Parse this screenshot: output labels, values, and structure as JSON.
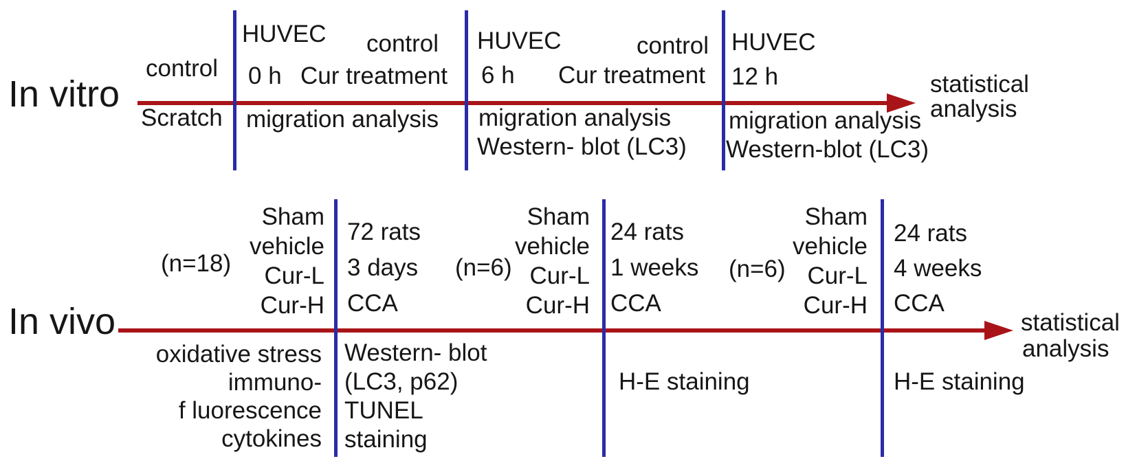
{
  "colors": {
    "arrow_red": "#a91418",
    "tick_blue": "#2b2ba8",
    "text_black": "#161616",
    "background": "#ffffff"
  },
  "in_vitro": {
    "label": "In vitro",
    "pre_above": "control",
    "pre_below": "Scratch",
    "seg1": {
      "cell": "HUVEC",
      "time": "0 h",
      "ctrl": "control",
      "treat": "Cur treatment",
      "below1": "migration analysis"
    },
    "seg2": {
      "cell": "HUVEC",
      "time": "6 h",
      "ctrl": "control",
      "treat": "Cur treatment",
      "below1": "migration analysis",
      "below2": "Western- blot (LC3)"
    },
    "seg3": {
      "cell": "HUVEC",
      "time": "12 h",
      "below1": "migration analysis",
      "below2": "Western-blot (LC3)"
    },
    "end1": "statistical",
    "end2": "analysis"
  },
  "in_vivo": {
    "label": "In vivo",
    "n18": "(n=18)",
    "groups": [
      "Sham",
      "vehicle",
      "Cur-L",
      "Cur-H"
    ],
    "pre_below": [
      "oxidative stress",
      "immuno-",
      "f luorescence",
      "cytokines"
    ],
    "seg1_above": [
      "72 rats",
      "3 days",
      "CCA"
    ],
    "seg1_below": [
      "Western- blot",
      "(LC3, p62)",
      "TUNEL",
      "staining"
    ],
    "n6_a": "(n=6)",
    "seg2_above": [
      "24 rats",
      "1 weeks",
      "CCA"
    ],
    "seg2_below": "H-E staining",
    "n6_b": "(n=6)",
    "seg3_above": [
      "24 rats",
      "4 weeks",
      "CCA"
    ],
    "seg3_below": "H-E staining",
    "end1": "statistical",
    "end2": "analysis"
  }
}
